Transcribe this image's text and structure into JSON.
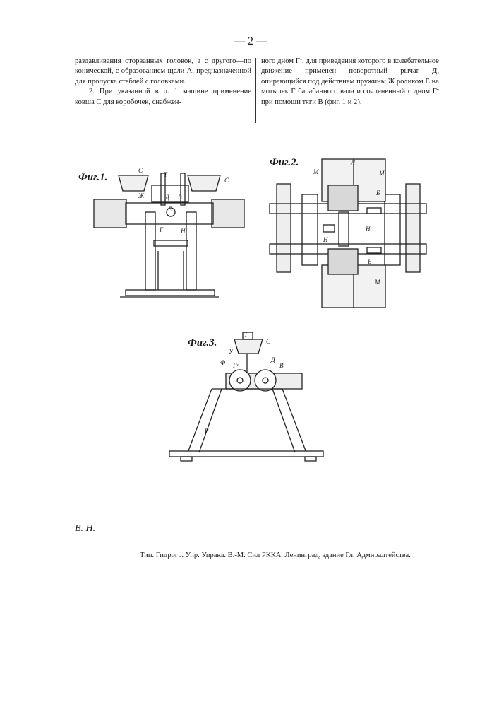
{
  "page_number": "— 2 —",
  "left_column": {
    "para1": "раздавливания оторванных головок, а с другого—по конической, с образованием щели A, предназначенной для пропуска стеблей с головками.",
    "para2": "2. При указанной в п. 1 машине применение ковша C для коробочек, снабжен-"
  },
  "right_column": {
    "para1": "ного дном Гᵛ, для приведения которого в колебательное движение применен поворотный рычаг Д, опирающийся под действием пружины Ж роликом Е на мотылек Г барабанного вала и сочлененный с дном Гᵛ при помощи тяги В (фиг. 1 и 2)."
  },
  "figures": {
    "fig1": "Фиг.1.",
    "fig2": "Фиг.2.",
    "fig3": "Фиг.3."
  },
  "fig_labels": {
    "fig1": [
      "С",
      "Т",
      "С",
      "Ж",
      "Д",
      "В",
      "Е",
      "Г",
      "Н"
    ],
    "fig2": [
      "Л",
      "М",
      "М",
      "Б",
      "Н",
      "Н",
      "Б",
      "М"
    ],
    "fig3": [
      "Т",
      "С",
      "У",
      "Ф",
      "Гᵛ",
      "Д",
      "В",
      "Р"
    ]
  },
  "initials": "В. Н.",
  "footer": "Тип. Гидрогр. Упр. Управл. В.-М. Сил РККА. Ленинград, здание Гл. Адмиралтейства."
}
